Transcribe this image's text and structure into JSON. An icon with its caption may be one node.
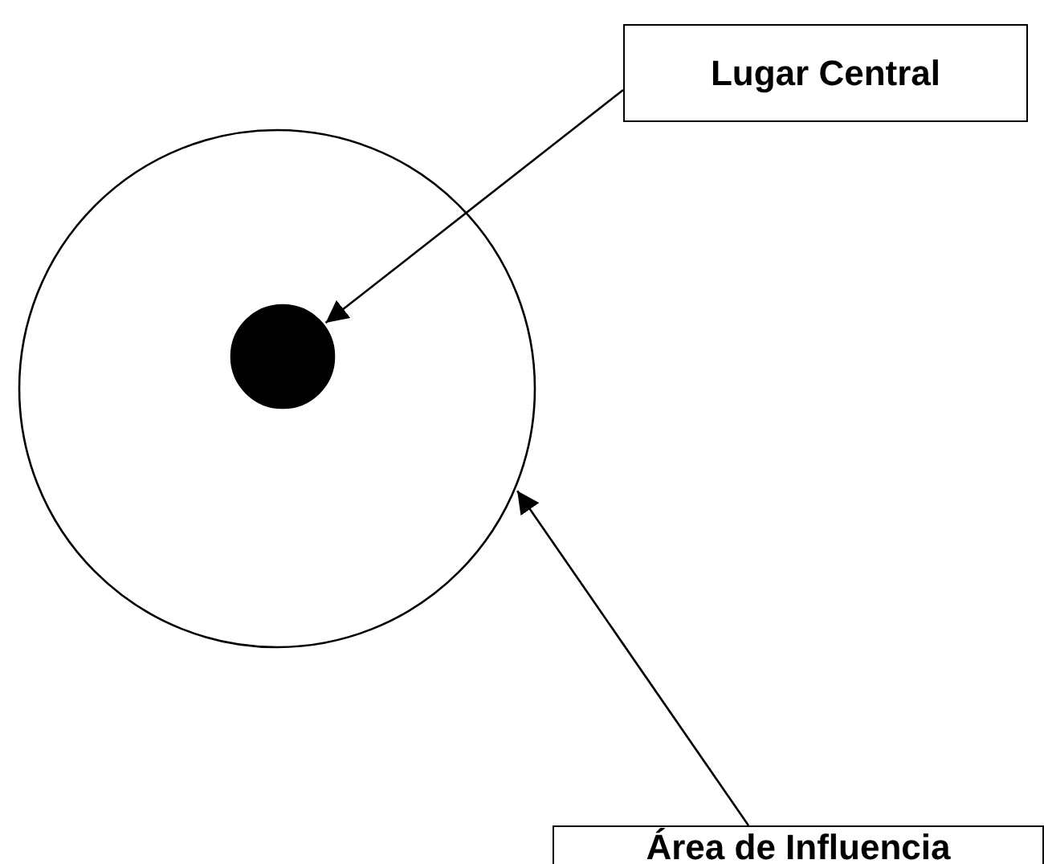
{
  "diagram": {
    "nodes": [
      {
        "text": [
          "Lugar Central"
        ]
      },
      {
        "text": [],
        "shape": "circle"
      },
      {
        "text": [],
        "shape": "circle",
        "in": 1
      },
      {
        "text": [
          "Área de Influencia"
        ]
      }
    ],
    "edges": [
      {
        "from": 0,
        "to": 2,
        "arrow": "to"
      },
      {
        "from": 3,
        "to": 1,
        "arrow": "to"
      }
    ]
  }
}
